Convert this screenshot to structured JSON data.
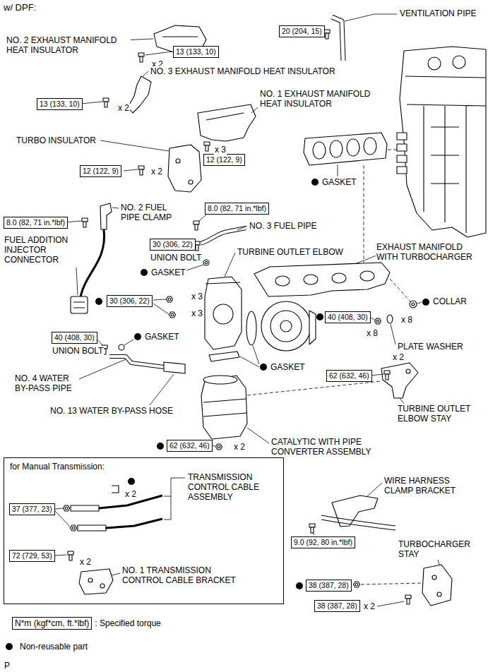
{
  "diagram": {
    "title": "w/ DPF:",
    "nodes": [
      {
        "text": [
          "20 (204, 15)"
        ]
      },
      {
        "text": [
          "13 (133, 10)"
        ]
      },
      {
        "text": [
          "13 (133, 10)"
        ]
      },
      {
        "text": [
          "12 (122, 9)"
        ]
      },
      {
        "text": [
          "12 (122, 9)"
        ]
      },
      {
        "text": [
          "8.0 (82, 71 in.*lbf)"
        ]
      },
      {
        "text": [
          "8.0 (82, 71 in.*lbf)"
        ]
      },
      {
        "text": [
          "30 (306, 22)"
        ]
      },
      {
        "text": [
          "30 (306, 22)"
        ]
      },
      {
        "text": [
          "40 (408, 30)"
        ]
      },
      {
        "text": [
          "40 (408, 30)"
        ]
      },
      {
        "text": [
          "62 (632, 46)"
        ]
      },
      {
        "text": [
          "62 (632, 46)"
        ]
      },
      {
        "text": [
          "for Manual Transmission:"
        ]
      },
      {
        "text": [
          "37 (377, 23)"
        ],
        "in": 13
      },
      {
        "text": [
          "72 (729, 53)"
        ],
        "in": 13
      },
      {
        "text": [
          "9.0 (92, 80 in.*lbf)"
        ]
      },
      {
        "text": [
          "38 (387, 28)"
        ]
      },
      {
        "text": [
          "38 (387, 28)"
        ]
      },
      {
        "text": [
          "N*m (kgf*cm, ft.*lbf)"
        ]
      }
    ],
    "labels": [
      "NO. 2 EXHAUST MANIFOLD HEAT INSULATOR",
      "VENTILATION PIPE",
      "x 2",
      "NO. 3 EXHAUST MANIFOLD HEAT INSULATOR",
      "x 2",
      "NO. 1 EXHAUST MANIFOLD HEAT INSULATOR",
      "TURBO INSULATOR",
      "x 3",
      "x 2",
      "GASKET",
      "NO. 2 FUEL PIPE CLAMP",
      "NO. 3 FUEL PIPE",
      "FUEL ADDITION INJECTOR CONNECTOR",
      "UNION BOLT",
      "TURBINE OUTLET ELBOW",
      "EXHAUST MANIFOLD WITH TURBOCHARGER",
      "GASKET",
      "COLLAR",
      "x 3",
      "x 3",
      "x 8",
      "x 8",
      "GASKET",
      "PLATE WASHER",
      "UNION BOLT",
      "GASKET",
      "x 2",
      "NO. 4 WATER BY-PASS PIPE",
      "TURBINE OUTLET ELBOW STAY",
      "NO. 13 WATER BY-PASS HOSE",
      "x 2",
      "CATALYTIC WITH PIPE CONVERTER ASSEMBLY",
      "TRANSMISSION CONTROL CABLE ASSEMBLY",
      "WIRE HARNESS CLAMP BRACKET",
      "x 2",
      "TURBOCHARGER STAY",
      "x 2",
      "NO. 1 TRANSMISSION CONTROL CABLE BRACKET",
      "x 2",
      ": Specified torque",
      "P"
    ],
    "legend": [
      {
        "text": "Non-reusable part"
      }
    ]
  }
}
